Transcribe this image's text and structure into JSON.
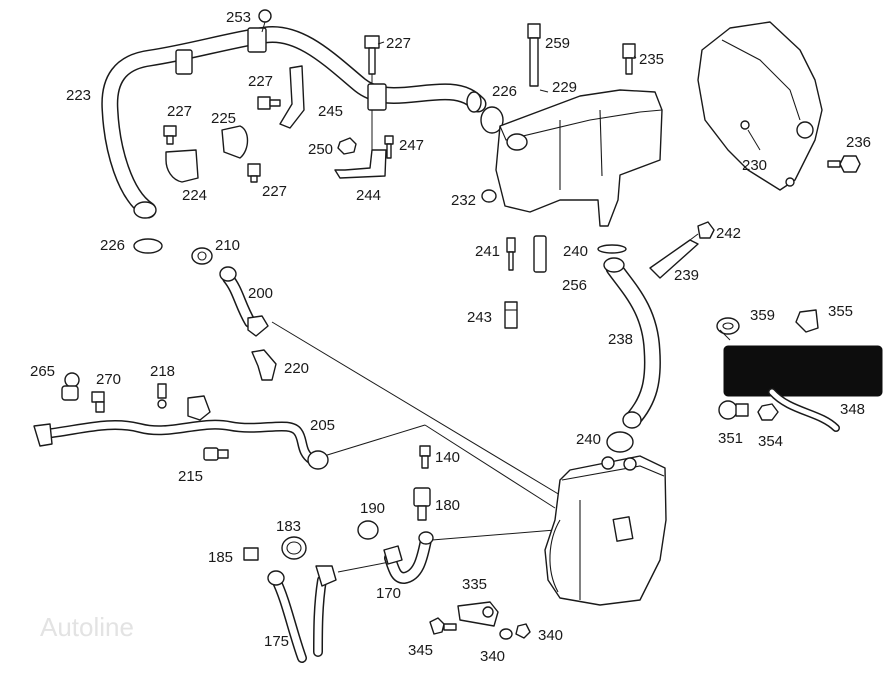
{
  "labels": {
    "p253": "253",
    "p227a": "227",
    "p259": "259",
    "p235": "235",
    "p223": "223",
    "p227b": "227",
    "p245": "245",
    "p226a": "226",
    "p229": "229",
    "p227c": "227",
    "p225": "225",
    "p250": "250",
    "p247": "247",
    "p236": "236",
    "p230": "230",
    "p224": "224",
    "p227d": "227",
    "p244": "244",
    "p232": "232",
    "p242": "242",
    "p226b": "226",
    "p210": "210",
    "p241": "241",
    "p240a": "240",
    "p239": "239",
    "p256": "256",
    "p200": "200",
    "p243": "243",
    "p359": "359",
    "p355": "355",
    "p238": "238",
    "p265": "265",
    "p218": "218",
    "p220": "220",
    "p270": "270",
    "p348": "348",
    "p205": "205",
    "p351": "351",
    "p354": "354",
    "p240b": "240",
    "p140": "140",
    "p215": "215",
    "p180": "180",
    "p190": "190",
    "p183": "183",
    "p185": "185",
    "p335": "335",
    "p170": "170",
    "p340a": "340",
    "p175": "175",
    "p345": "345",
    "p340b": "340"
  },
  "watermark": "Autoline"
}
